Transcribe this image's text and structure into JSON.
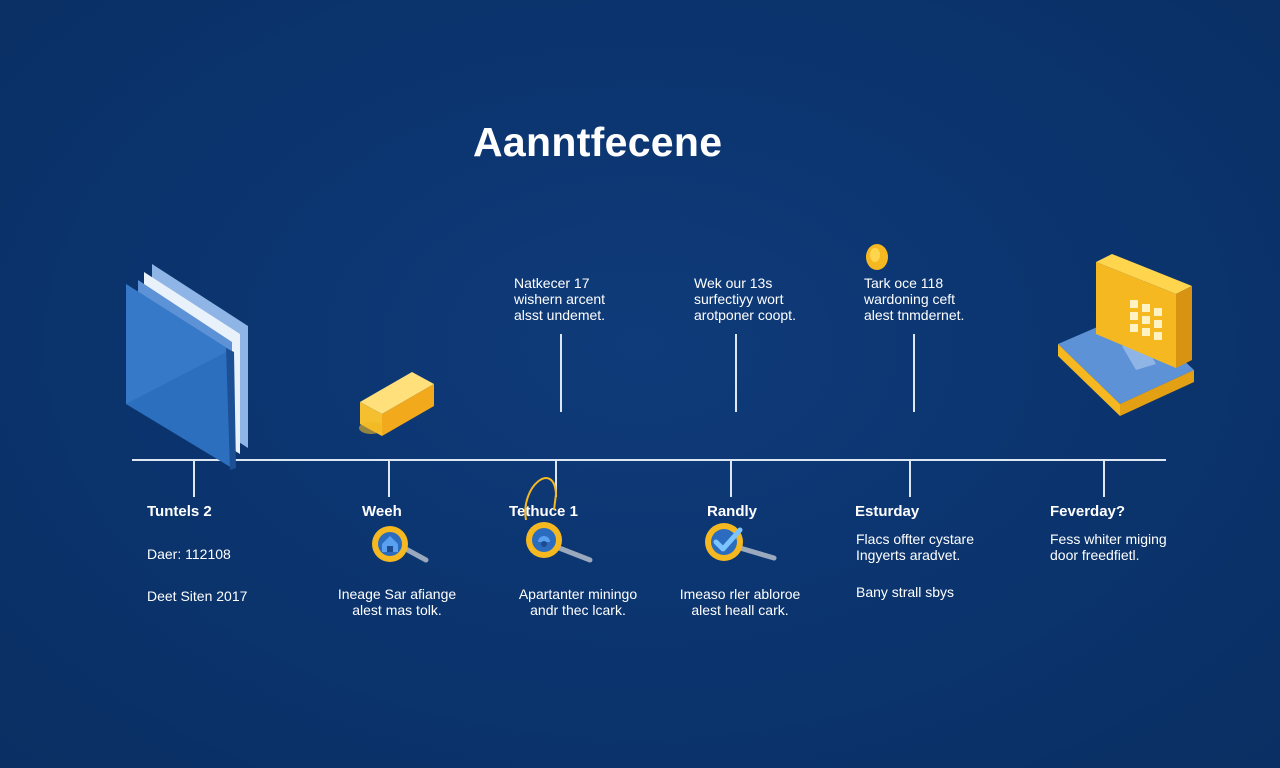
{
  "title": "Aanntfecene",
  "top_notes": [
    {
      "lines": [
        "Natkecer 17",
        "wishern arcent",
        "alsst undemet."
      ]
    },
    {
      "lines": [
        "Wek our 13s",
        "surfectiyy wort",
        "arotponer coopt."
      ]
    },
    {
      "lines": [
        "Tark oce 118",
        "wardoning ceft",
        "alest tnmdernet."
      ]
    }
  ],
  "stages": [
    {
      "label": "Tuntels 2",
      "texts": [
        [
          "Daer: 112108"
        ],
        [
          "Deet Siten 2017"
        ]
      ]
    },
    {
      "label": "Weeh",
      "texts": [
        [
          "Ineage Sar afiange",
          "alest mas tolk."
        ]
      ]
    },
    {
      "label": "Tethuce 1",
      "texts": [
        [
          "Apartanter miningo",
          "andr thec lcark."
        ]
      ]
    },
    {
      "label": "Randly",
      "texts": [
        [
          "Imeaso rler abloroe",
          "alest heall cark."
        ]
      ]
    },
    {
      "label": "Esturday",
      "texts": [
        [
          "Flacs offter cystare",
          "Ingyerts aradvet."
        ],
        [
          "Bany strall sbys"
        ]
      ]
    },
    {
      "label": "Feverday?",
      "texts": [
        [
          "Fess whiter miging",
          "door freedfietl."
        ]
      ]
    }
  ],
  "icons": {
    "folder": "folder-icon",
    "eraser": "eraser-icon",
    "house_key": "house-key-icon",
    "lock_key": "lock-key-icon",
    "check_key": "check-key-icon",
    "coin": "coin-icon",
    "computer": "computer-icon"
  },
  "colors": {
    "background": "#0b346e",
    "accent": "#f5b820",
    "folder_blue": "#2d6fbf",
    "line": "#dde6f3"
  }
}
